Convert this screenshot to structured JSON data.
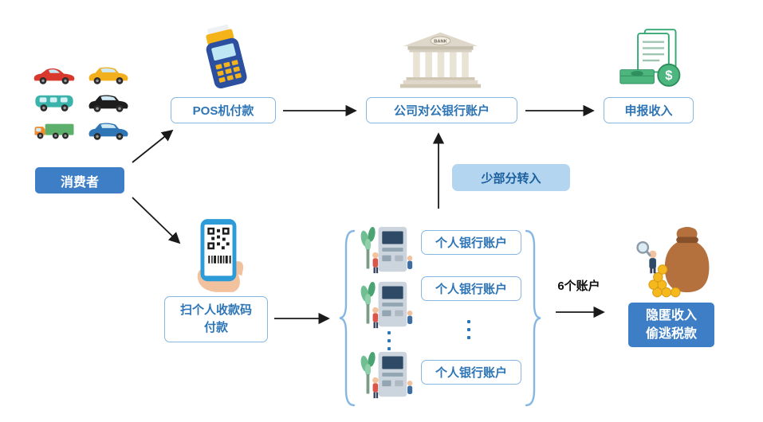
{
  "nodes": {
    "consumer": "消费者",
    "pos_payment": "POS机付款",
    "company_account": "公司对公银行账户",
    "declare_income": "申报收入",
    "partial_transfer": "少部分转入",
    "scan_code": {
      "line1": "扫个人收款码",
      "line2": "付款"
    },
    "personal_accounts": [
      "个人银行账户",
      "个人银行账户",
      "个人银行账户"
    ],
    "six_accounts": "6个账户",
    "hidden_income": {
      "line1": "隐匿收入",
      "line2": "偷逃税款"
    }
  },
  "icons": {
    "bank_sign": "BANK",
    "dollar_sign": "$",
    "icon_names": [
      "vehicles-group-icon",
      "pos-terminal-icon",
      "bank-building-icon",
      "declared-income-money-icon",
      "phone-qr-code-icon",
      "atm-machine-icon",
      "money-bag-icon",
      "ellipsis-icon",
      "brace-icon"
    ],
    "vehicle_colors": {
      "sports_car": "#d8392c",
      "sedan": "#f2b01e",
      "van": "#3ab3ab",
      "suv": "#1d1d1d",
      "truck_cargo": "#5cb06c",
      "truck_cab": "#f08a2a",
      "car": "#2e75b6"
    }
  },
  "colors": {
    "primary_text_blue": "#2e75b6",
    "box_border_blue": "#85b7e2",
    "solid_box_blue": "#3d7ec6",
    "light_box_fill": "#b3d5ef",
    "light_box_text": "#1c5f9e",
    "arrow_black": "#1a1a1a",
    "brace_blue": "#85b7e2"
  }
}
